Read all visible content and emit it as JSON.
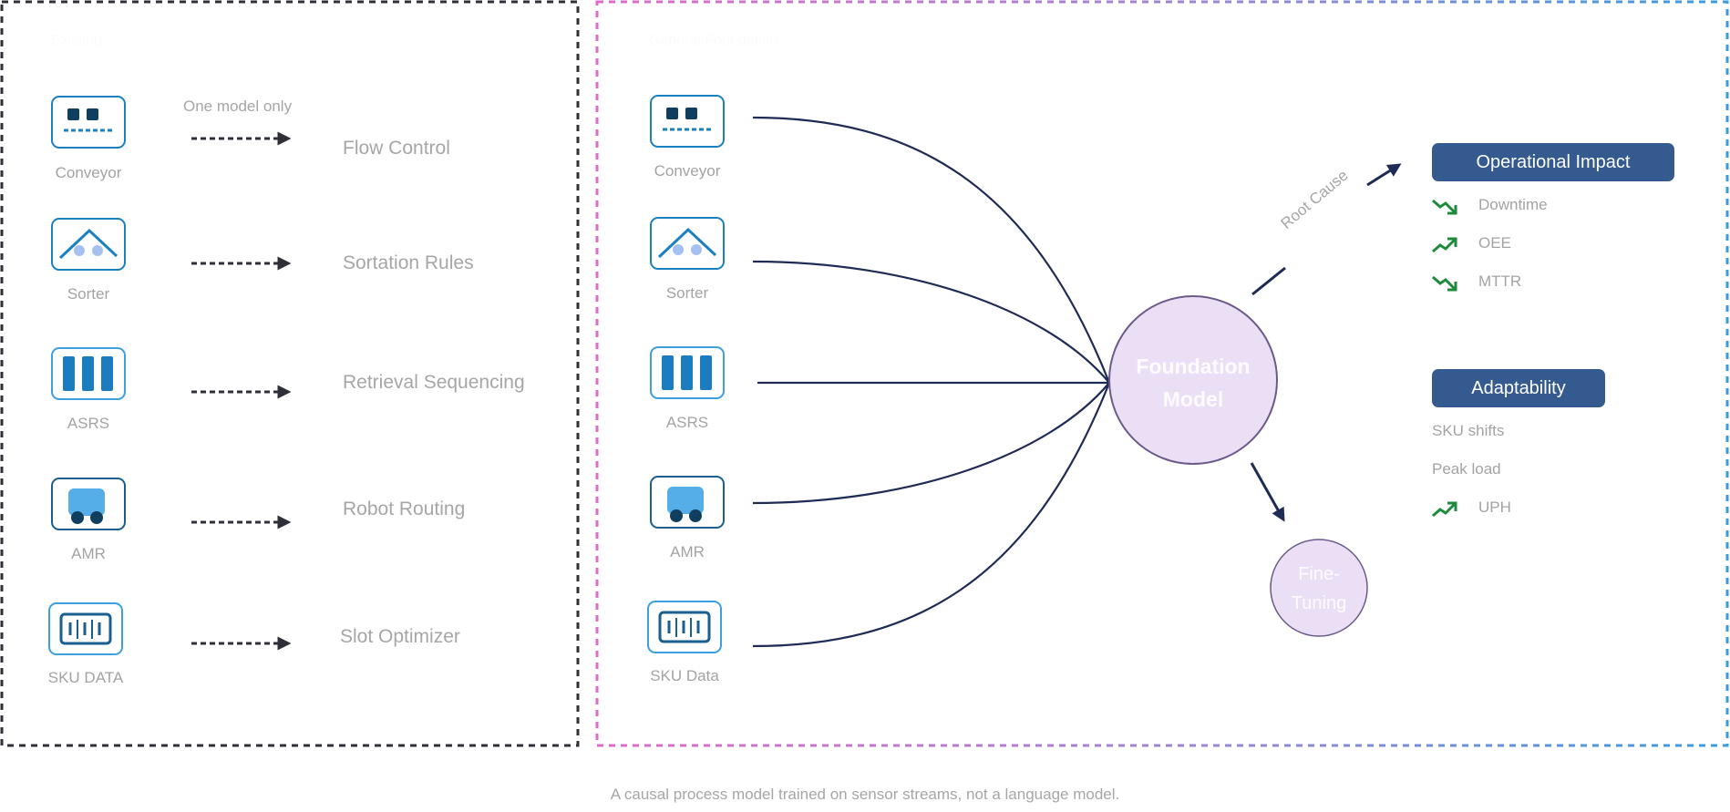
{
  "left_panel": {
    "title": "Existing",
    "note": "One model only",
    "rows": [
      {
        "source": "Conveyor",
        "icon": "conveyor-icon",
        "target": "Flow Control"
      },
      {
        "source": "Sorter",
        "icon": "sorter-icon",
        "target": "Sortation Rules"
      },
      {
        "source": "ASRS",
        "icon": "asrs-icon",
        "target": "Retrieval Sequencing"
      },
      {
        "source": "AMR",
        "icon": "amr-icon",
        "target": "Robot Routing"
      },
      {
        "source": "SKU DATA",
        "icon": "barcode-icon",
        "target": "Slot Optimizer"
      }
    ]
  },
  "right_panel": {
    "title": "General Foundation",
    "sources": [
      {
        "label": "Conveyor",
        "icon": "conveyor-icon"
      },
      {
        "label": "Sorter",
        "icon": "sorter-icon"
      },
      {
        "label": "ASRS",
        "icon": "asrs-icon"
      },
      {
        "label": "AMR",
        "icon": "amr-icon"
      },
      {
        "label": "SKU Data",
        "icon": "barcode-icon"
      }
    ],
    "foundation_model": {
      "line1": "Foundation",
      "line2": "Model"
    },
    "fine_tuning": {
      "line1": "Fine-",
      "line2": "Tuning"
    },
    "root_cause_label": "Root Cause",
    "operational_impact": {
      "title": "Operational Impact",
      "metrics": [
        {
          "label": "Downtime",
          "trend": "down"
        },
        {
          "label": "OEE",
          "trend": "up"
        },
        {
          "label": "MTTR",
          "trend": "down"
        }
      ]
    },
    "adaptability": {
      "title": "Adaptability",
      "metrics": [
        {
          "label": "SKU shifts",
          "trend": "none"
        },
        {
          "label": "Peak load",
          "trend": "none"
        },
        {
          "label": "UPH",
          "trend": "up"
        }
      ]
    }
  },
  "footer": "A causal process model trained on sensor streams, not a language model.",
  "colors": {
    "left_border": "#2f2f3a",
    "right_border_start": "#e06ac8",
    "right_border_end": "#3a9be0",
    "edge": "#1e2b55",
    "pill": "#345a90",
    "circle_fill": "#ebdff6",
    "trend_green": "#1e8a3e",
    "icon_blue": "#1b80bf",
    "icon_dark": "#0f3e5e"
  }
}
